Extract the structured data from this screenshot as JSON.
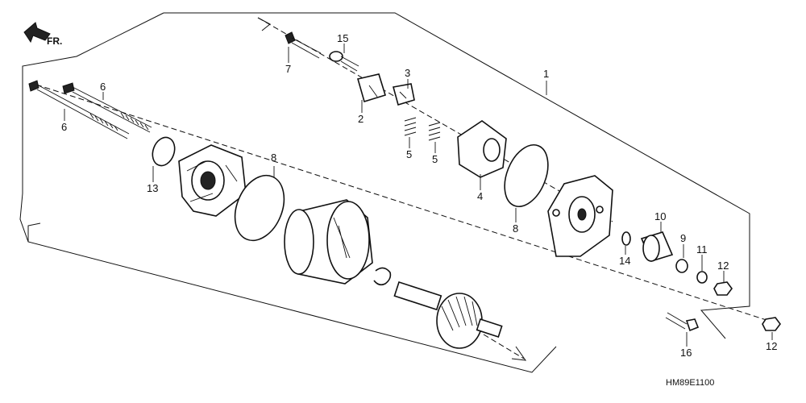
{
  "direction": {
    "label": "FR."
  },
  "diagram_code": "HM89E1100",
  "callouts": [
    {
      "id": "1",
      "text": "1"
    },
    {
      "id": "2",
      "text": "2"
    },
    {
      "id": "3",
      "text": "3"
    },
    {
      "id": "4",
      "text": "4"
    },
    {
      "id": "5a",
      "text": "5"
    },
    {
      "id": "5b",
      "text": "5"
    },
    {
      "id": "6a",
      "text": "6"
    },
    {
      "id": "6b",
      "text": "6"
    },
    {
      "id": "7",
      "text": "7"
    },
    {
      "id": "8a",
      "text": "8"
    },
    {
      "id": "8b",
      "text": "8"
    },
    {
      "id": "9",
      "text": "9"
    },
    {
      "id": "10",
      "text": "10"
    },
    {
      "id": "11",
      "text": "11"
    },
    {
      "id": "12a",
      "text": "12"
    },
    {
      "id": "12b",
      "text": "12"
    },
    {
      "id": "13",
      "text": "13"
    },
    {
      "id": "14",
      "text": "14"
    },
    {
      "id": "15",
      "text": "15"
    },
    {
      "id": "16",
      "text": "16"
    }
  ]
}
